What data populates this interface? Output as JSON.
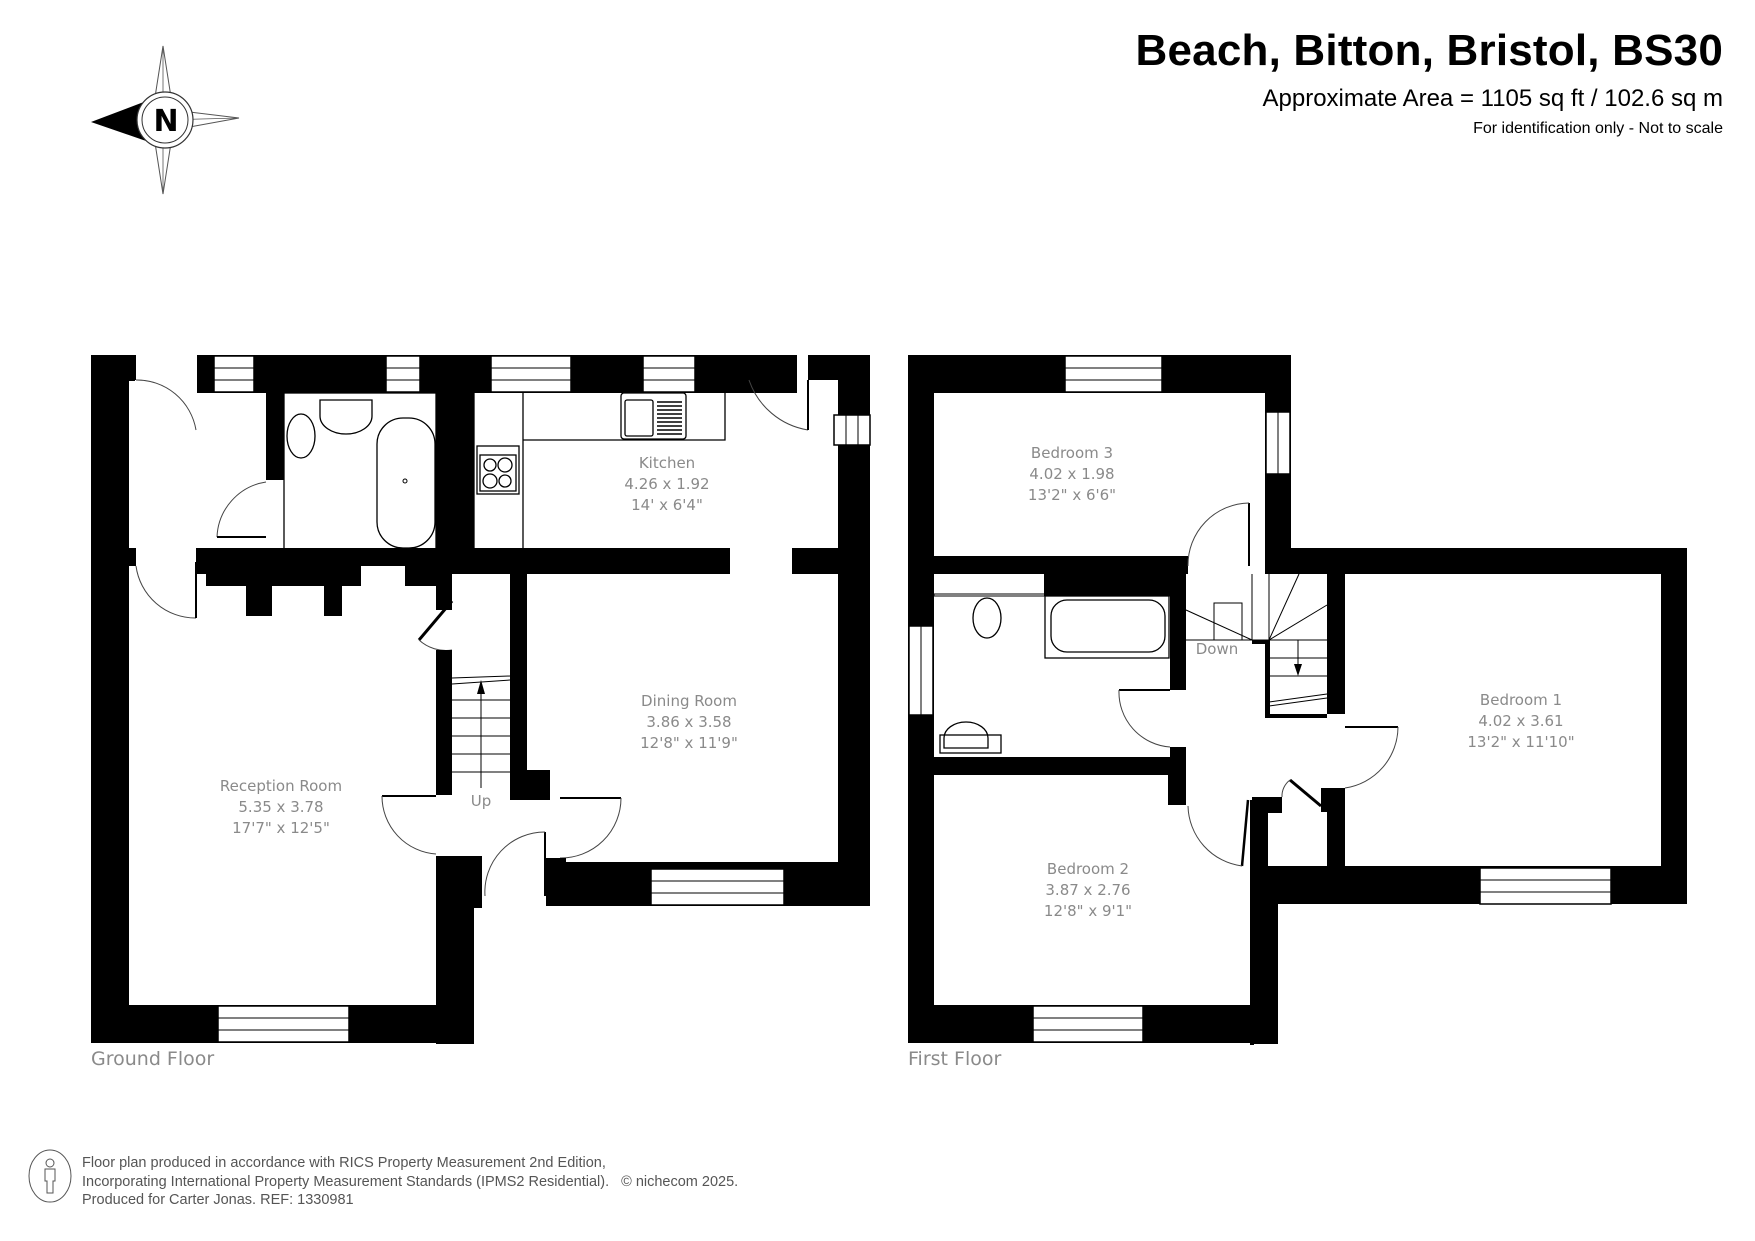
{
  "header": {
    "title": "Beach, Bitton, Bristol, BS30",
    "area": "Approximate Area = 1105 sq ft / 102.6 sq m",
    "disclaimer": "For identification only - Not to scale"
  },
  "compass": {
    "label": "N"
  },
  "floors": [
    {
      "name": "Ground Floor",
      "rooms": [
        {
          "name": "Kitchen",
          "metric": "4.26 x 1.92",
          "imperial": "14' x 6'4\""
        },
        {
          "name": "Dining Room",
          "metric": "3.86 x 3.58",
          "imperial": "12'8\" x 11'9\""
        },
        {
          "name": "Reception Room",
          "metric": "5.35 x 3.78",
          "imperial": "17'7\" x 12'5\""
        }
      ],
      "stairs_label": "Up"
    },
    {
      "name": "First Floor",
      "rooms": [
        {
          "name": "Bedroom 3",
          "metric": "4.02 x 1.98",
          "imperial": "13'2\" x 6'6\""
        },
        {
          "name": "Bedroom 1",
          "metric": "4.02 x 3.61",
          "imperial": "13'2\" x 11'10\""
        },
        {
          "name": "Bedroom 2",
          "metric": "3.87 x 2.76",
          "imperial": "12'8\" x 9'1\""
        }
      ],
      "stairs_label": "Down"
    }
  ],
  "footer": {
    "line1": "Floor plan produced in accordance with RICS Property Measurement 2nd Edition,",
    "line2": "Incorporating International Property Measurement Standards (IPMS2 Residential).",
    "copyright": "© nichecom 2025.",
    "line3": "Produced for Carter Jonas.   REF: 1330981"
  },
  "colors": {
    "wall": "#000000",
    "label": "#8a8a8a",
    "background": "#ffffff"
  }
}
